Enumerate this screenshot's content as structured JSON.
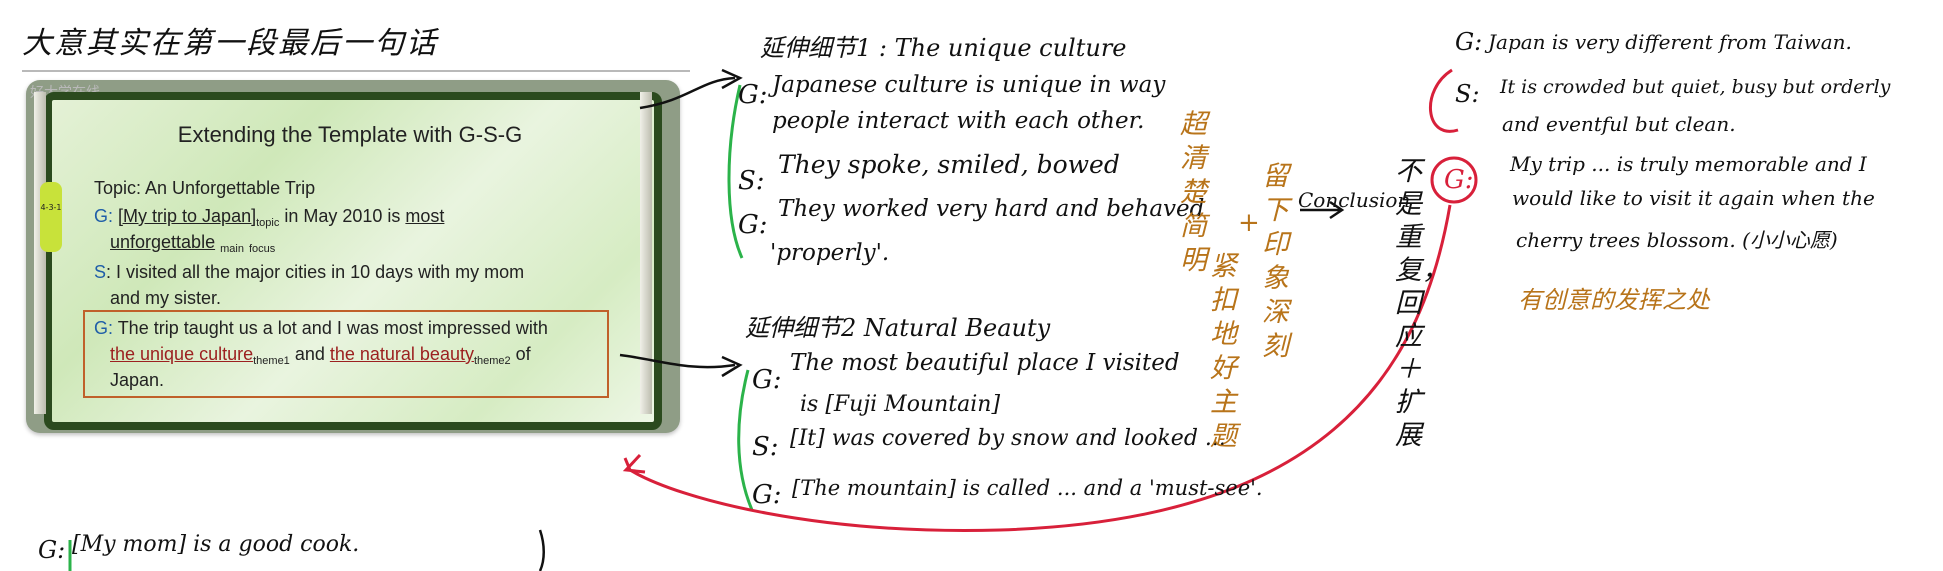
{
  "page": {
    "heading": "大意其实在第一段最后一句话",
    "watermark": "好大学在线"
  },
  "slide": {
    "tab_label": "4-3-1",
    "title": "Extending the Template with G-S-G",
    "topic": "Topic:  An Unforgettable Trip",
    "g1": {
      "tag": "G:",
      "phrase": "[My trip to Japan]",
      "sub_topic": "topic",
      "rest": " in May 2010 is ",
      "most": "most",
      "line2": "unforgettable",
      "sub_main": "main",
      "sub_focus": "focus"
    },
    "s": {
      "tag": "S",
      "line1": ": I visited all the major cities in 10 days with my mom",
      "line2": "and my sister."
    },
    "g2": {
      "tag": "G:",
      "line1": " The trip taught us a lot and I was most impressed with",
      "theme1": "the unique culture",
      "sub_theme1": "theme1",
      "and": " and ",
      "theme2": "the natural beauty",
      "sub_theme2": "theme2",
      "of": " of",
      "line3": "Japan."
    }
  },
  "notes": {
    "ext1": {
      "heading": "延伸细节1 : The unique culture",
      "g_label": "G:",
      "g_line1": "Japanese culture is unique in way",
      "g_line2": "people interact with each other.",
      "s_label": "S:",
      "s_line": "They spoke, smiled, bowed",
      "g2_label": "G:",
      "g2_line1": "They worked very hard and behaved",
      "g2_line2": "'properly'."
    },
    "ext2": {
      "heading": "延伸细节2  Natural Beauty",
      "g_label": "G:",
      "g_line1": "The most beautiful place I visited",
      "g_line2": "is [Fuji Mountain]",
      "s_label": "S:",
      "s_line": "[It] was covered by snow and looked ...",
      "g2_label": "G:",
      "g2_line": "[The mountain] is called ... and a 'must-see'."
    },
    "middle": {
      "col1": "超清楚简明",
      "col2": "紧扣地好主题",
      "col3": "留下印象深刻",
      "plus": "+",
      "conclusion": "Conclusion",
      "col4": "不是重复，回应＋扩展"
    },
    "right": {
      "g_label": "G:",
      "g_line": "Japan is very different from Taiwan.",
      "s_label": "S:",
      "s_line1": "It is crowded but quiet, busy but orderly",
      "s_line2": "and eventful but clean.",
      "g2_label": "G:",
      "g2_line1": "My trip ... is truly memorable and I",
      "g2_line2": "would like to visit it again when the",
      "g2_line3": "cherry trees blossom. (小小心愿)",
      "note": "有创意的发挥之处"
    },
    "bottom": {
      "g_label": "G:",
      "g_line": "[My mom] is a good cook."
    }
  },
  "colors": {
    "ink": "#111111",
    "brown": "#b8741a",
    "red": "#d8203a",
    "green": "#2bb34a",
    "slide_border": "#2b4a1e",
    "slide_blue": "#1f5ea8"
  }
}
